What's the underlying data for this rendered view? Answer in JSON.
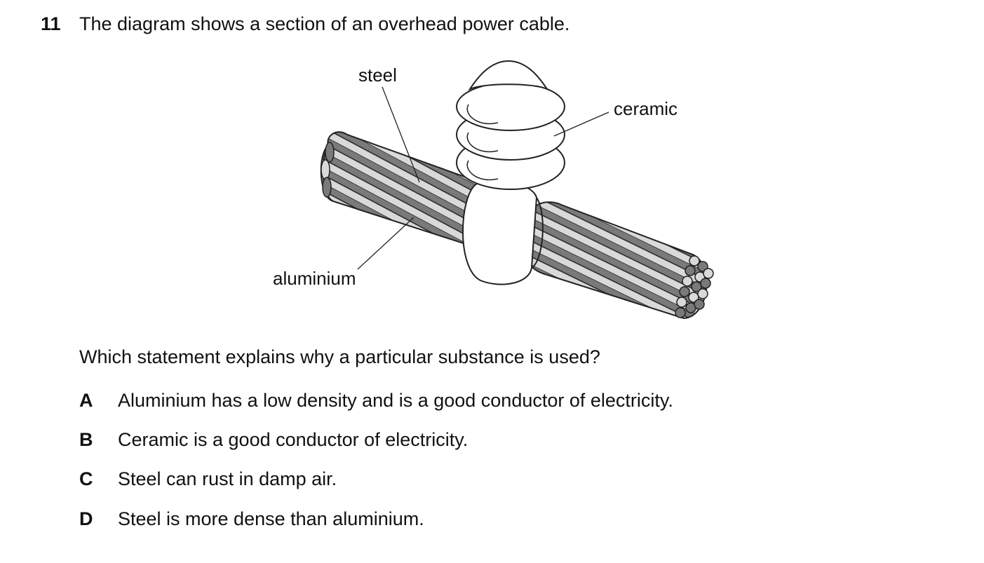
{
  "question": {
    "number": "11",
    "stem": "The diagram shows a section of an overhead power cable.",
    "prompt": "Which statement explains why a particular substance is used?"
  },
  "diagram": {
    "labels": {
      "steel": "steel",
      "ceramic": "ceramic",
      "aluminium": "aluminium"
    },
    "colors": {
      "dark_strand": "#7a7a7a",
      "light_strand": "#d9d9d9",
      "outline": "#222222",
      "insulator": "#ffffff"
    }
  },
  "options": [
    {
      "letter": "A",
      "text": "Aluminium has a low density and is a good conductor of electricity."
    },
    {
      "letter": "B",
      "text": "Ceramic is a good conductor of electricity."
    },
    {
      "letter": "C",
      "text": "Steel can rust in damp air."
    },
    {
      "letter": "D",
      "text": "Steel is more dense than aluminium."
    }
  ]
}
